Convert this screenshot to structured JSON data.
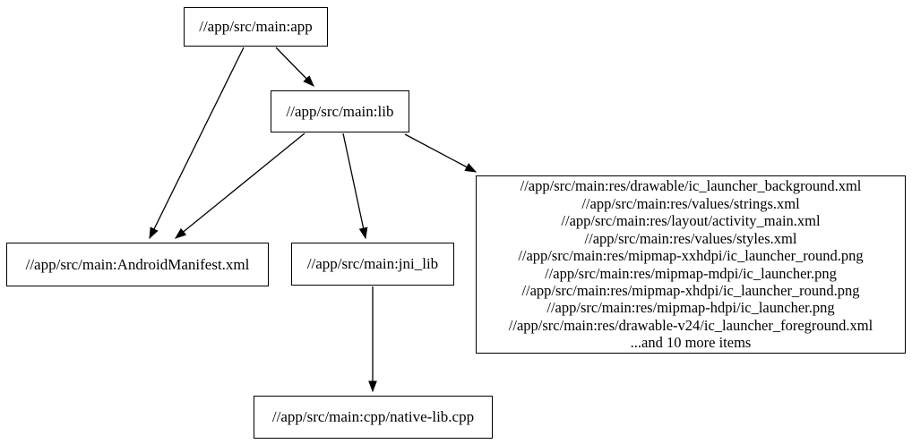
{
  "graph": {
    "type": "directed-dependency-graph",
    "nodes": [
      {
        "id": "app",
        "label": "//app/src/main:app"
      },
      {
        "id": "lib",
        "label": "//app/src/main:lib"
      },
      {
        "id": "manifest",
        "label": "//app/src/main:AndroidManifest.xml"
      },
      {
        "id": "jni_lib",
        "label": "//app/src/main:jni_lib"
      },
      {
        "id": "res_group",
        "lines": [
          "//app/src/main:res/drawable/ic_launcher_background.xml",
          "//app/src/main:res/values/strings.xml",
          "//app/src/main:res/layout/activity_main.xml",
          "//app/src/main:res/values/styles.xml",
          "//app/src/main:res/mipmap-xxhdpi/ic_launcher_round.png",
          "//app/src/main:res/mipmap-mdpi/ic_launcher.png",
          "//app/src/main:res/mipmap-xhdpi/ic_launcher_round.png",
          "//app/src/main:res/mipmap-hdpi/ic_launcher.png",
          "//app/src/main:res/drawable-v24/ic_launcher_foreground.xml",
          "...and 10 more items"
        ]
      },
      {
        "id": "native_lib",
        "label": "//app/src/main:cpp/native-lib.cpp"
      }
    ],
    "edges": [
      {
        "from": "app",
        "to": "lib"
      },
      {
        "from": "app",
        "to": "manifest"
      },
      {
        "from": "lib",
        "to": "manifest"
      },
      {
        "from": "lib",
        "to": "jni_lib"
      },
      {
        "from": "lib",
        "to": "res_group"
      },
      {
        "from": "jni_lib",
        "to": "native_lib"
      }
    ],
    "colors": {
      "background": "#ffffff",
      "node_border": "#000000",
      "edge": "#000000",
      "text": "#000000"
    }
  }
}
